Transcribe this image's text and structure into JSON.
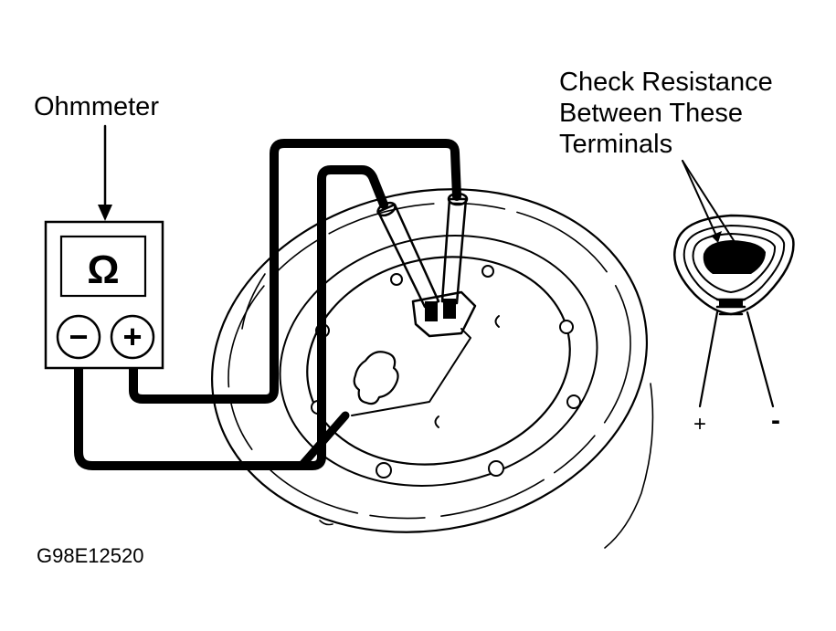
{
  "labels": {
    "ohmmeter": "Ohmmeter",
    "check_line1": "Check Resistance",
    "check_line2": "Between These",
    "check_line3": "Terminals",
    "figure_id": "G98E12520"
  },
  "meter": {
    "display_symbol": "Ω",
    "negative_symbol": "−",
    "positive_symbol": "+"
  },
  "connector": {
    "positive_label": "+",
    "negative_label": "-"
  },
  "colors": {
    "ink": "#000000",
    "background": "#ffffff"
  }
}
